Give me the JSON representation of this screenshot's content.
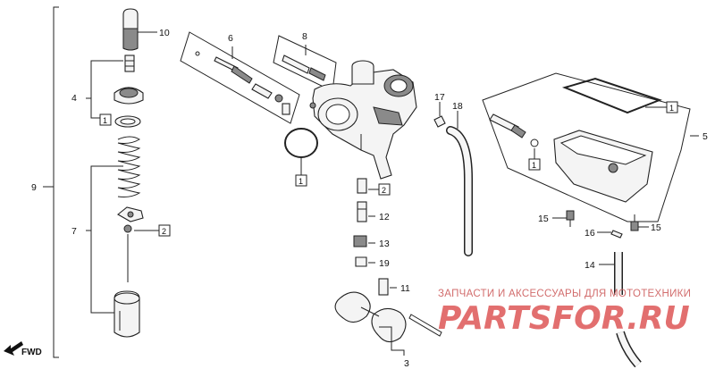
{
  "diagram": {
    "part_numbers": {
      "p1": "1",
      "p2": "2",
      "p3": "3",
      "p4": "4",
      "p5": "5",
      "p6": "6",
      "p7": "7",
      "p8": "8",
      "p9": "9",
      "p10": "10",
      "p11": "11",
      "p12": "12",
      "p13": "13",
      "p14": "14",
      "p15a": "15",
      "p15b": "15",
      "p16": "16",
      "p17": "17",
      "p18": "18",
      "p19": "19"
    },
    "boxed_refs": {
      "left_1": "1",
      "left_2": "2",
      "body_1": "1",
      "center_2": "2",
      "bowl_1a": "1",
      "bowl_1b": "1"
    },
    "direction_label": "FWD"
  },
  "watermark": {
    "caption": "ЗАПЧАСТИ И АКСЕССУАРЫ ДЛЯ МОТОТЕХНИКИ",
    "brand": "PARTSFOR.RU"
  },
  "colors": {
    "ink": "#222222",
    "watermark": "#e26f6f"
  }
}
